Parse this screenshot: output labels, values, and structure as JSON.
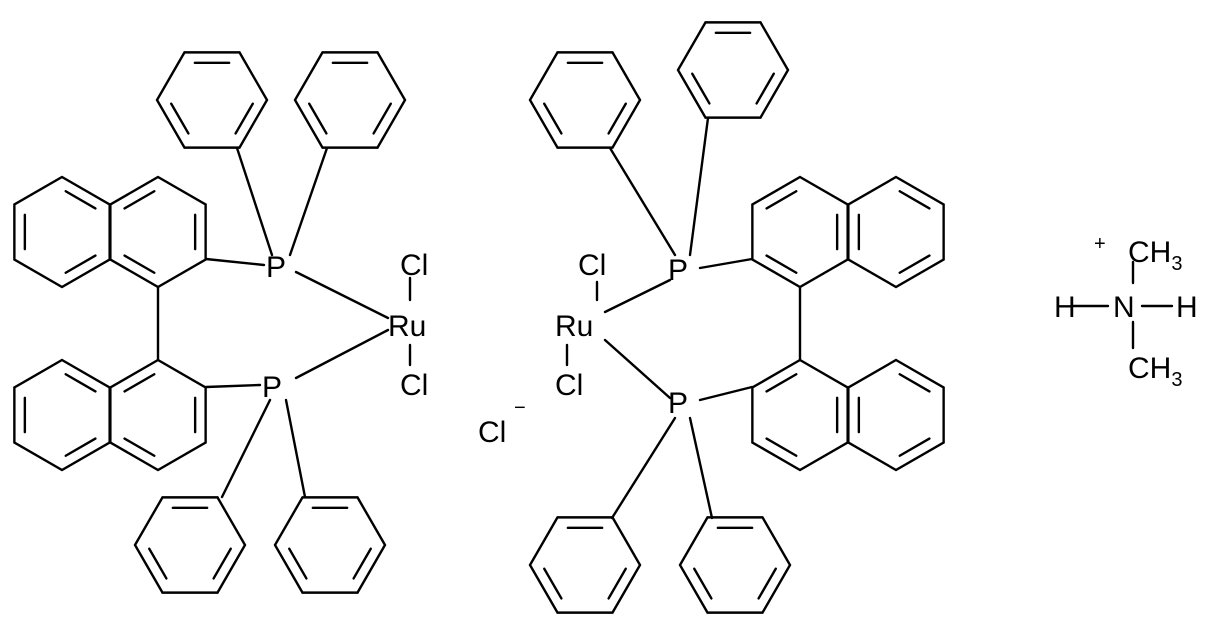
{
  "labels": {
    "left_p_top": "P",
    "left_p_bottom": "P",
    "left_cl_top": "Cl",
    "left_ru": "Ru",
    "left_cl_bottom": "Cl",
    "chloride": "Cl",
    "chloride_charge": "−",
    "right_cl_top": "Cl",
    "right_ru": "Ru",
    "right_cl_bottom": "Cl",
    "right_p_top": "P",
    "right_p_bottom": "P",
    "ammonium_ch3_top": "CH",
    "ammonium_ch3_top_sub": "3",
    "ammonium_charge": "+",
    "ammonium_h_left": "H",
    "ammonium_n": "N",
    "ammonium_h_right": "H",
    "ammonium_ch3_bottom": "CH",
    "ammonium_ch3_bottom_sub": "3"
  },
  "colors": {
    "ink": "#000000",
    "background": "#ffffff"
  }
}
